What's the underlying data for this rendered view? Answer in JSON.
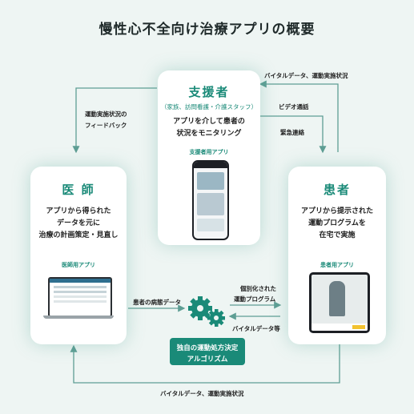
{
  "title": "慢性心不全向け治療アプリの概要",
  "supporter": {
    "title": "支援者",
    "subtitle": "（家族、訪問看護・介護スタッフ）",
    "desc_line1": "アプリを介して患者の",
    "desc_line2": "状況をモニタリング",
    "app_label": "支援者用アプリ"
  },
  "doctor": {
    "title": "医 師",
    "desc_line1": "アプリから得られた",
    "desc_line2": "データを元に",
    "desc_line3": "治療の計画策定・見直し",
    "app_label": "医師用アプリ"
  },
  "patient": {
    "title": "患者",
    "desc_line1": "アプリから提示された",
    "desc_line2": "運動プログラムを",
    "desc_line3": "在宅で実施",
    "app_label": "患者用アプリ"
  },
  "algorithm": {
    "line1": "独自の運動処方決定",
    "line2": "アルゴリズム"
  },
  "arrows": {
    "feedback_line1": "運動実施状況の",
    "feedback_line2": "フィードバック",
    "vital_top": "バイタルデータ、運動実施状況",
    "video_call": "ビデオ通話",
    "emergency": "緊急連絡",
    "patient_data": "患者の病態データ",
    "program_line1": "個別化された",
    "program_line2": "運動プログラム",
    "vital_data": "バイタルデータ等",
    "vital_bottom": "バイタルデータ、運動実施状況"
  },
  "colors": {
    "accent": "#1a8a78",
    "background": "#eef5f3",
    "arrow": "#5e9e94"
  }
}
